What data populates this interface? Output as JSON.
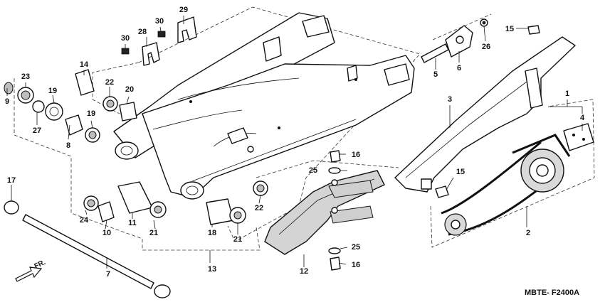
{
  "diagram": {
    "code": "MBTE- F2400A",
    "direction_label": "FR.",
    "callouts": [
      {
        "id": "c1",
        "text": "1"
      },
      {
        "id": "c2",
        "text": "2"
      },
      {
        "id": "c3",
        "text": "3"
      },
      {
        "id": "c4",
        "text": "4"
      },
      {
        "id": "c5",
        "text": "5"
      },
      {
        "id": "c6",
        "text": "6"
      },
      {
        "id": "c7",
        "text": "7"
      },
      {
        "id": "c8",
        "text": "8"
      },
      {
        "id": "c9",
        "text": "9"
      },
      {
        "id": "c10",
        "text": "10"
      },
      {
        "id": "c11",
        "text": "11"
      },
      {
        "id": "c12",
        "text": "12"
      },
      {
        "id": "c13",
        "text": "13"
      },
      {
        "id": "c14",
        "text": "14"
      },
      {
        "id": "c15a",
        "text": "15"
      },
      {
        "id": "c15b",
        "text": "15"
      },
      {
        "id": "c16a",
        "text": "16"
      },
      {
        "id": "c16b",
        "text": "16"
      },
      {
        "id": "c17",
        "text": "17"
      },
      {
        "id": "c18",
        "text": "18"
      },
      {
        "id": "c19a",
        "text": "19"
      },
      {
        "id": "c19b",
        "text": "19"
      },
      {
        "id": "c20",
        "text": "20"
      },
      {
        "id": "c21a",
        "text": "21"
      },
      {
        "id": "c21b",
        "text": "21"
      },
      {
        "id": "c22a",
        "text": "22"
      },
      {
        "id": "c22b",
        "text": "22"
      },
      {
        "id": "c23",
        "text": "23"
      },
      {
        "id": "c24",
        "text": "24"
      },
      {
        "id": "c25a",
        "text": "25"
      },
      {
        "id": "c25b",
        "text": "25"
      },
      {
        "id": "c26",
        "text": "26"
      },
      {
        "id": "c27",
        "text": "27"
      },
      {
        "id": "c28",
        "text": "28"
      },
      {
        "id": "c29",
        "text": "29"
      },
      {
        "id": "c30a",
        "text": "30"
      },
      {
        "id": "c30b",
        "text": "30"
      }
    ]
  }
}
